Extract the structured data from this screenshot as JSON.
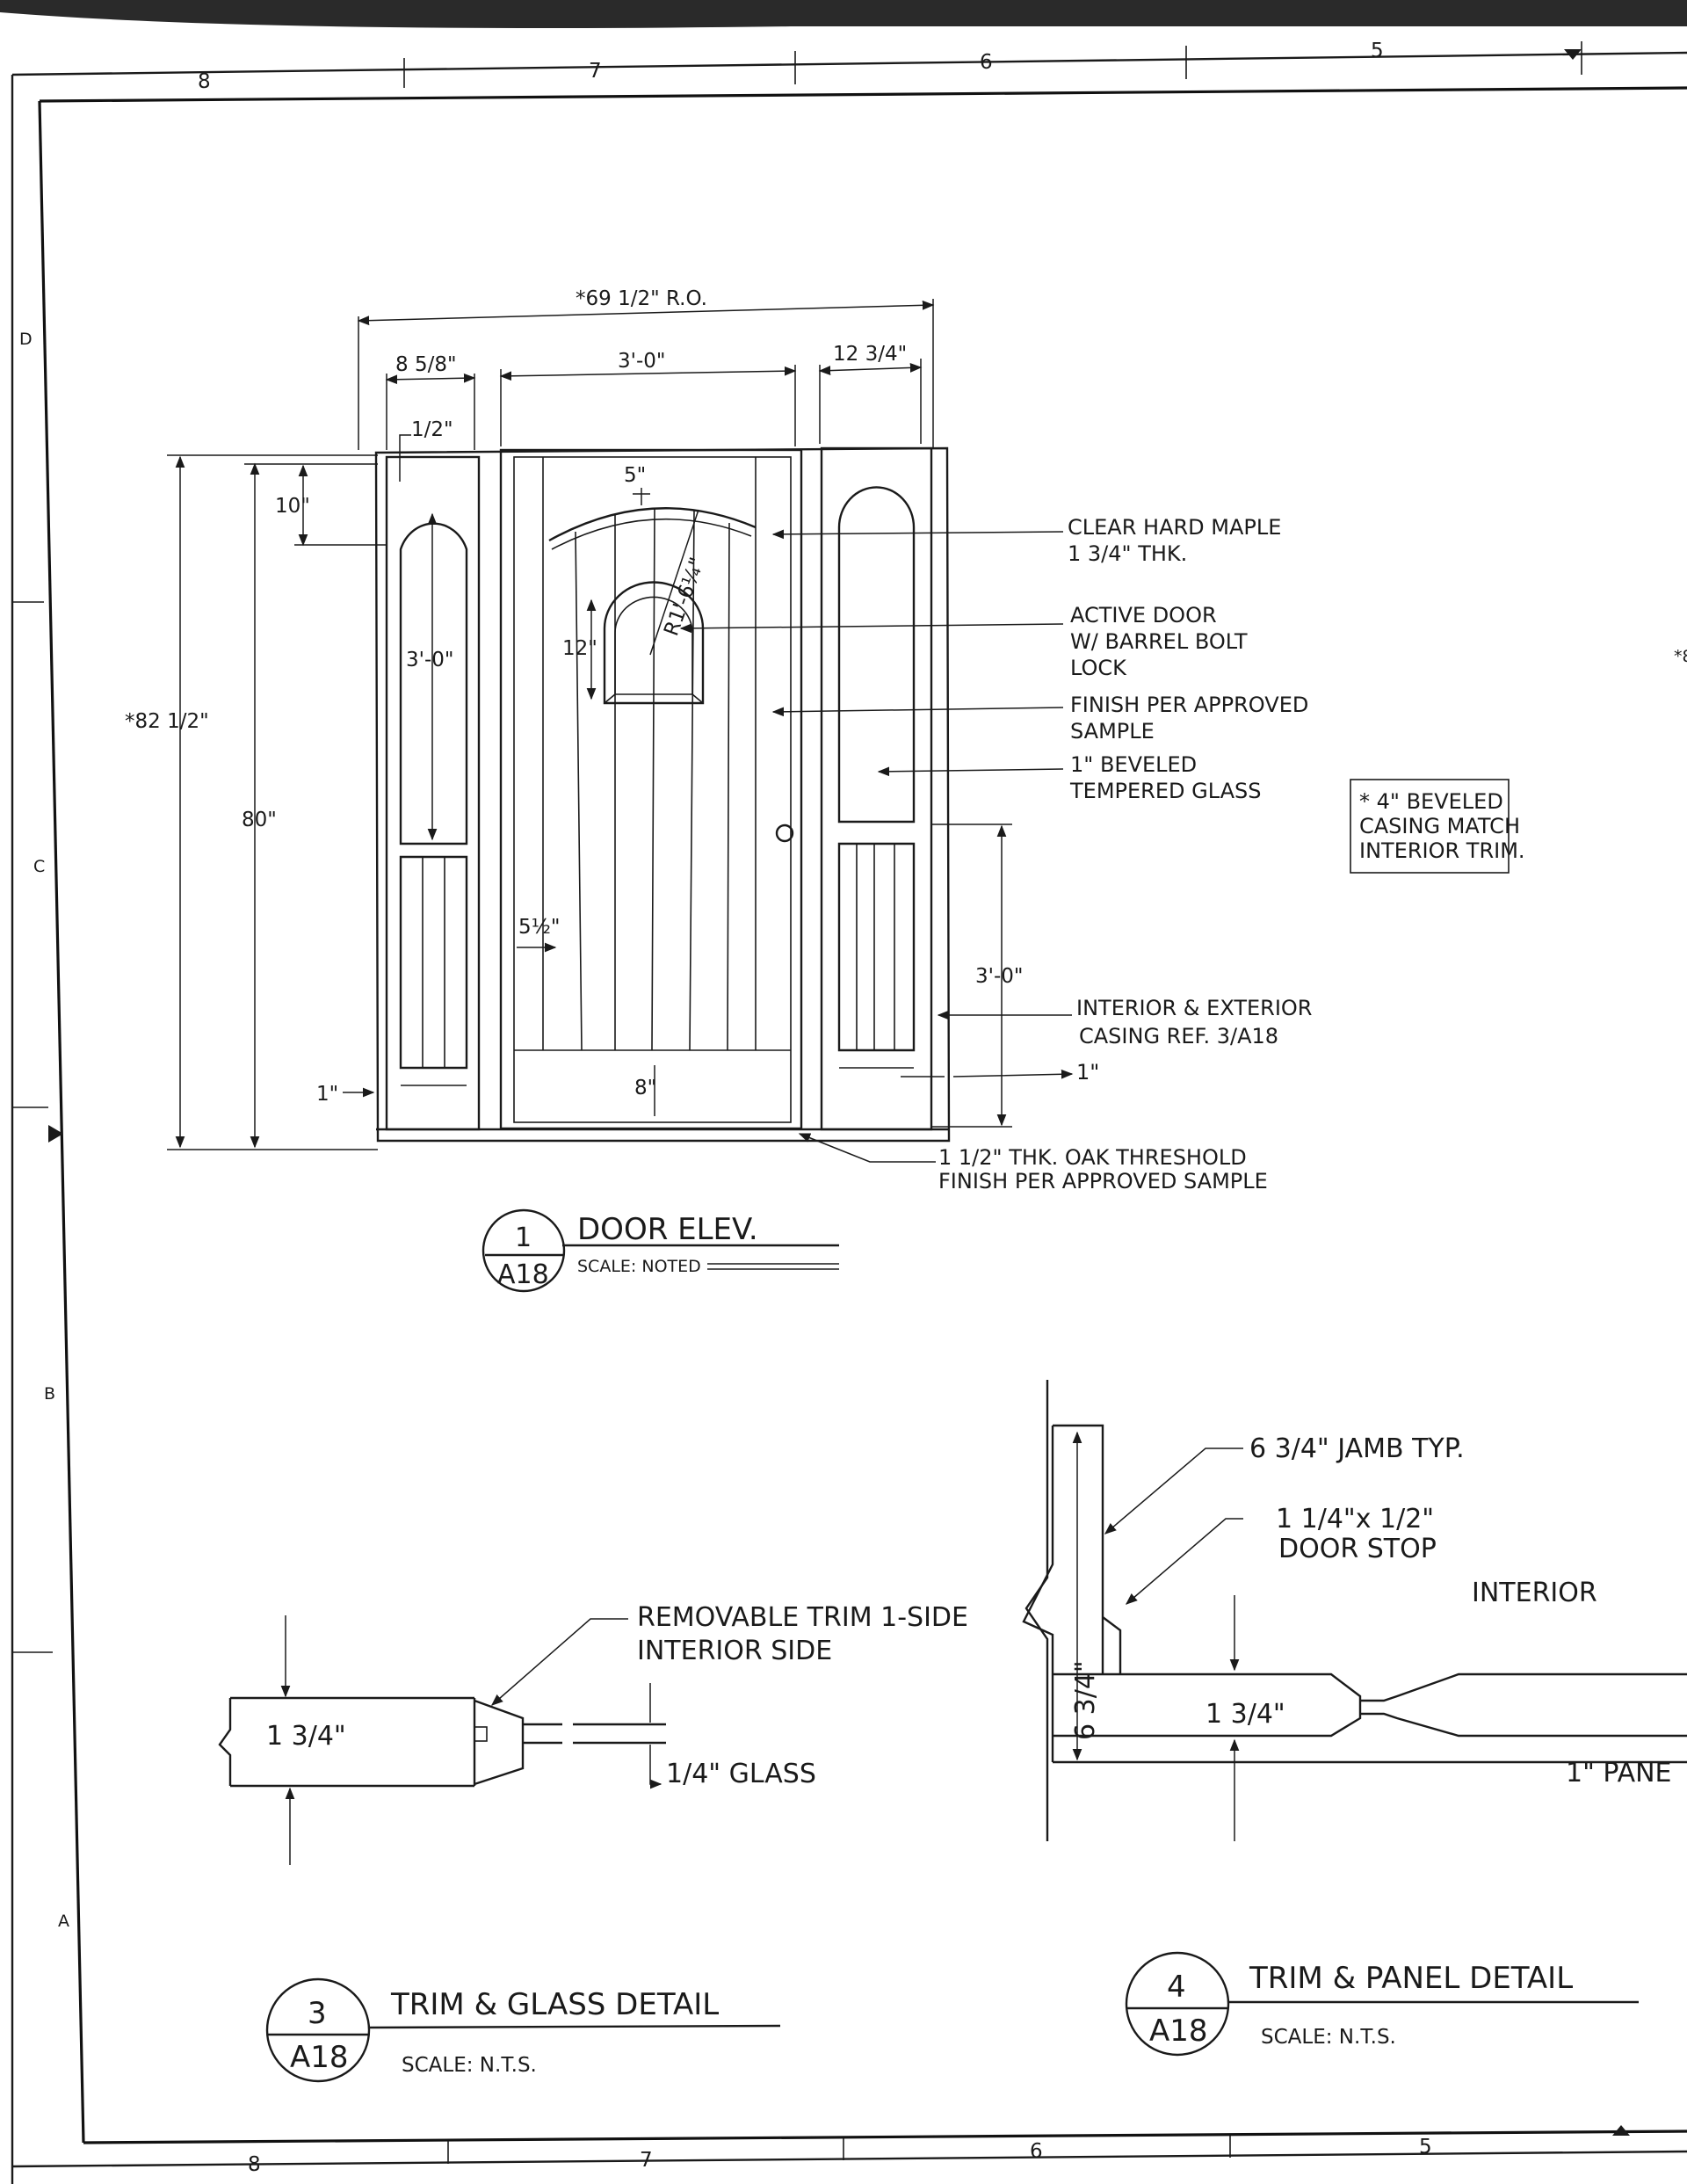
{
  "grid": {
    "columns": [
      "8",
      "7",
      "6",
      "5"
    ],
    "rows": [
      "D",
      "C",
      "B",
      "A"
    ]
  },
  "door_elevation": {
    "overall_width": "*69 1/2\" R.O.",
    "left_sidelight_width": "8 5/8\"",
    "door_width": "3'-0\"",
    "right_sidelight_width": "12 3/4\"",
    "half_inch": "1/2\"",
    "top_offset": "10\"",
    "overall_height": "*82 1/2\"",
    "door_height": "80\"",
    "arch_glass_height": "3'-0\"",
    "arch_rise": "5\"",
    "radius": "R1'-6¼\"",
    "window_height": "12\"",
    "stile_width": "5½\"",
    "bottom_rail": "8\"",
    "panel_height": "3'-0\"",
    "left_base": "1\"",
    "right_base": "1\"",
    "notes": [
      [
        "CLEAR HARD MAPLE",
        "1 3/4\" THK."
      ],
      [
        "ACTIVE DOOR",
        "W/ BARREL BOLT",
        "LOCK"
      ],
      [
        "FINISH PER APPROVED",
        "SAMPLE"
      ],
      [
        "1\" BEVELED",
        "TEMPERED GLASS"
      ],
      [
        "INTERIOR & EXTERIOR",
        "CASING REF. 3/A18"
      ],
      [
        "1 1/2\" THK. OAK THRESHOLD",
        "FINISH PER APPROVED SAMPLE"
      ]
    ],
    "casing_note": [
      "* 4\" BEVELED",
      "CASING MATCH",
      "INTERIOR TRIM."
    ],
    "title": {
      "number": "1",
      "sheet": "A18",
      "name": "DOOR ELEV.",
      "scale": "SCALE: NOTED"
    }
  },
  "trim_glass_detail": {
    "thickness": "1 3/4\"",
    "trim_note": [
      "REMOVABLE TRIM 1-SIDE",
      "INTERIOR SIDE"
    ],
    "glass": "1/4\" GLASS",
    "title": {
      "number": "3",
      "sheet": "A18",
      "name": "TRIM & GLASS DETAIL",
      "scale": "SCALE: N.T.S."
    }
  },
  "trim_panel_detail": {
    "jamb_note": "6 3/4\" JAMB TYP.",
    "stop_note": [
      "1 1/4\"x 1/2\"",
      "DOOR STOP"
    ],
    "interior": "INTERIOR",
    "jamb_dim": "6 3/4\"",
    "door_thickness": "1 3/4\"",
    "panel": "1\" PANE",
    "title": {
      "number": "4",
      "sheet": "A18",
      "name": "TRIM & PANEL DETAIL",
      "scale": "SCALE: N.T.S."
    }
  },
  "edge_marks": [
    "*8"
  ]
}
